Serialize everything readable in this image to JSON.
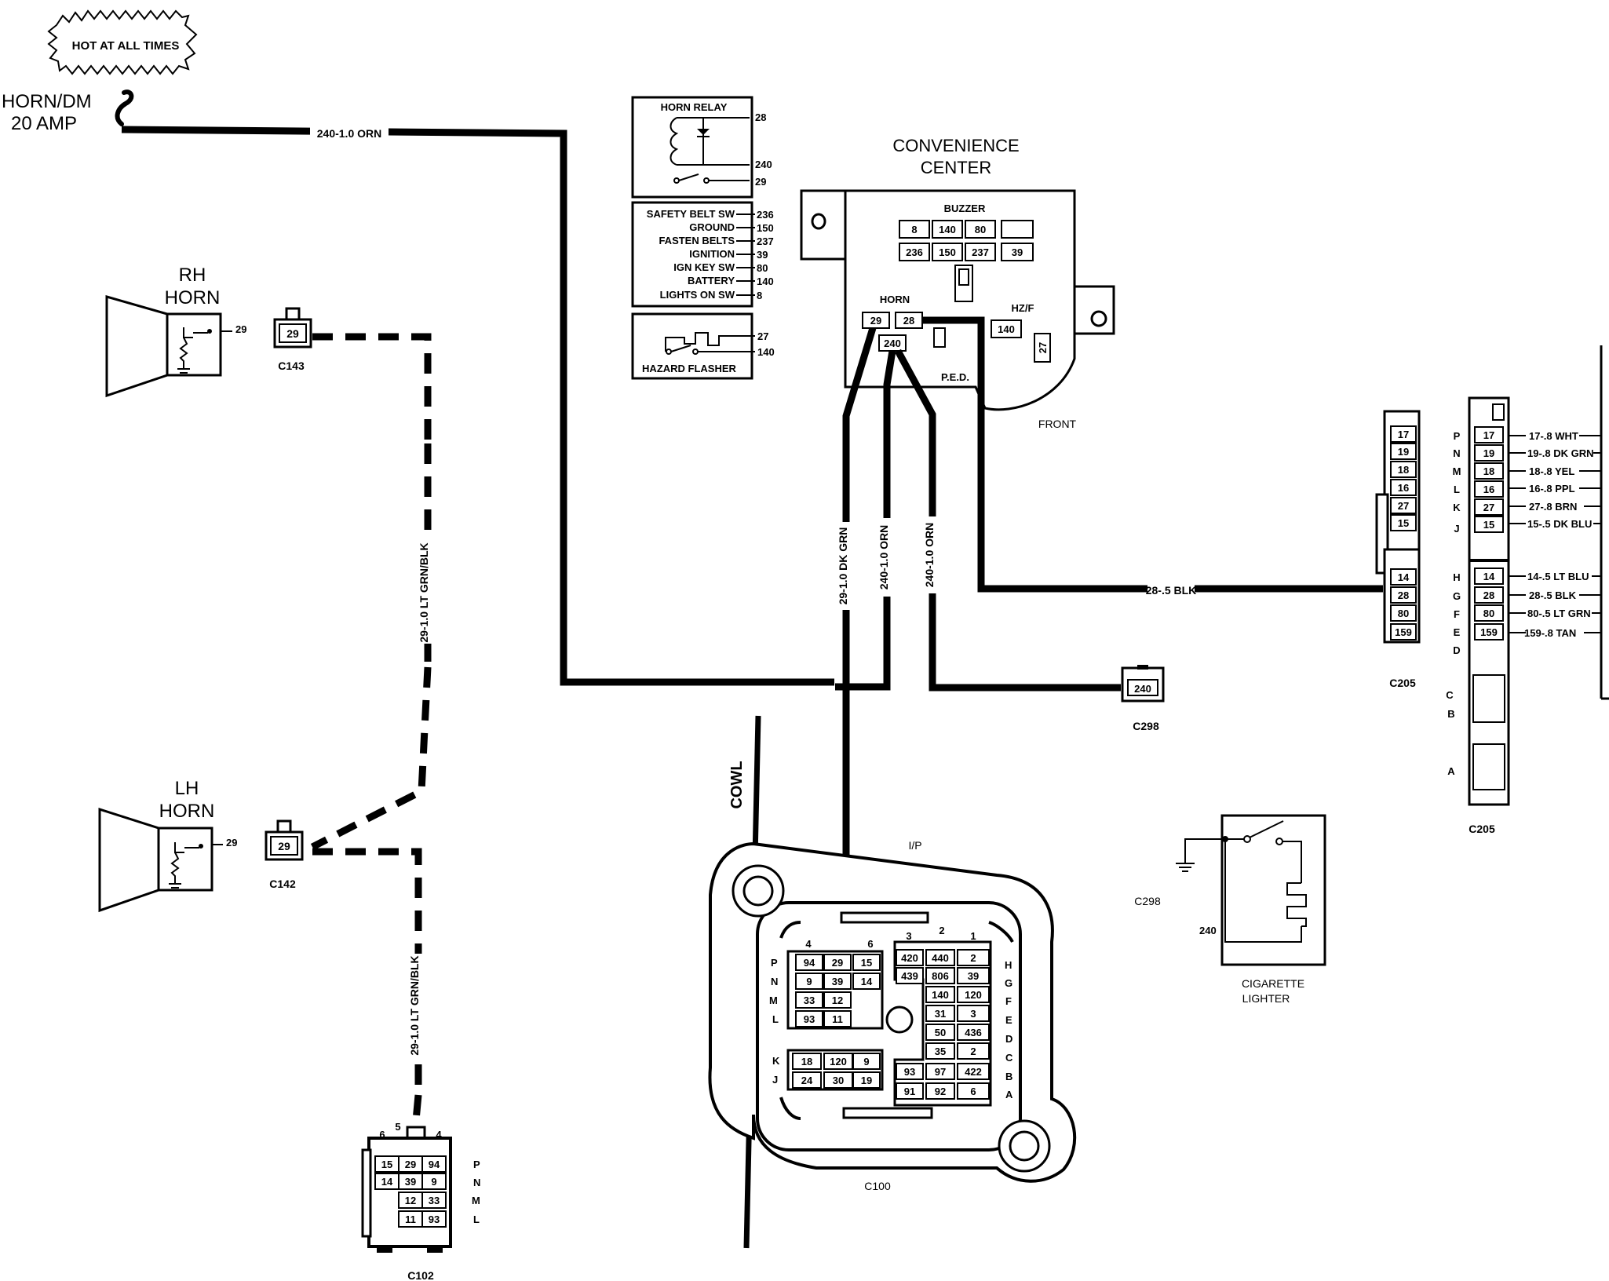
{
  "fuse": {
    "hot_label": "HOT AT ALL TIMES",
    "name": "HORN/DM",
    "rating": "20 AMP"
  },
  "wires": {
    "orn_main": "240-1.0 ORN",
    "ltgrn_upper": "29-1.0 LT GRN/BLK",
    "ltgrn_lower": "29-1.0 LT GRN/BLK",
    "dkgrn": "29-1.0 DK GRN",
    "orn_mid": "240-1.0 ORN",
    "orn_right": "240-1.0 ORN",
    "blk": "28-.5 BLK"
  },
  "rh_horn": {
    "line1": "RH",
    "line2": "HORN",
    "pin": "29",
    "connector": "C143",
    "cavity": "29"
  },
  "lh_horn": {
    "line1": "LH",
    "line2": "HORN",
    "pin": "29",
    "connector": "C142",
    "cavity": "29"
  },
  "horn_relay": {
    "title": "HORN RELAY",
    "pins": [
      "28",
      "240",
      "29"
    ]
  },
  "buzzer_legend": [
    {
      "name": "SAFETY BELT SW",
      "pin": "236"
    },
    {
      "name": "GROUND",
      "pin": "150"
    },
    {
      "name": "FASTEN BELTS",
      "pin": "237"
    },
    {
      "name": "IGNITION",
      "pin": "39"
    },
    {
      "name": "IGN KEY SW",
      "pin": "80"
    },
    {
      "name": "BATTERY",
      "pin": "140"
    },
    {
      "name": "LIGHTS ON SW",
      "pin": "8"
    }
  ],
  "hazard": {
    "title": "HAZARD FLASHER",
    "pins": [
      "27",
      "140"
    ]
  },
  "conv_center": {
    "title1": "CONVENIENCE",
    "title2": "CENTER",
    "buzzer": "BUZZER",
    "buzzer_row1": [
      "8",
      "140",
      "80",
      ""
    ],
    "buzzer_row2": [
      "236",
      "150",
      "237",
      "39"
    ],
    "horn": "HORN",
    "horn_cells": [
      "29",
      "28",
      "240"
    ],
    "hzf": "HZ/F",
    "hzf_cell": "140",
    "side_cell": "27",
    "ped": "P.E.D.",
    "front": "FRONT"
  },
  "c298": {
    "cell": "240",
    "label": "C298",
    "label2": "C298"
  },
  "cowl": "COWL",
  "ip": "I/P",
  "c100": {
    "label": "C100",
    "left_top_nums": [
      "4",
      "6"
    ],
    "right_top_nums": [
      "3",
      "2",
      "1"
    ],
    "left_rows": [
      "P",
      "N",
      "M",
      "L"
    ],
    "left_rows2": [
      "K",
      "J"
    ],
    "right_rows": [
      "H",
      "G",
      "F",
      "E",
      "D",
      "C",
      "B",
      "A"
    ],
    "left_cells": [
      [
        "94",
        "29",
        "15"
      ],
      [
        "9",
        "39",
        "14"
      ],
      [
        "33",
        "12",
        ""
      ],
      [
        "93",
        "11",
        ""
      ]
    ],
    "left_cells2": [
      [
        "18",
        "120",
        "9"
      ],
      [
        "24",
        "30",
        "19"
      ]
    ],
    "right_cells": [
      [
        "420",
        "440",
        "2"
      ],
      [
        "439",
        "806",
        "39"
      ],
      [
        "",
        "140",
        "120"
      ],
      [
        "",
        "31",
        "3"
      ],
      [
        "",
        "50",
        "436"
      ],
      [
        "",
        "35",
        "2"
      ],
      [
        "93",
        "97",
        "422"
      ],
      [
        "91",
        "92",
        "6"
      ]
    ]
  },
  "c102": {
    "label": "C102",
    "top_nums": [
      "6",
      "5",
      "4"
    ],
    "rows": [
      "P",
      "N",
      "M",
      "L"
    ],
    "cells": [
      [
        "15",
        "29",
        "94"
      ],
      [
        "14",
        "39",
        "9"
      ],
      [
        "",
        "12",
        "33"
      ],
      [
        "",
        "11",
        "93"
      ]
    ]
  },
  "c205a": {
    "label": "C205",
    "cells_top": [
      "17",
      "19",
      "18",
      "16",
      "27",
      "15"
    ],
    "cells_bot": [
      "14",
      "28",
      "80",
      "159"
    ]
  },
  "c205b": {
    "label": "C205",
    "rows_top": [
      "P",
      "N",
      "M",
      "L",
      "K",
      "J"
    ],
    "cells_top": [
      "17",
      "19",
      "18",
      "16",
      "27",
      "15"
    ],
    "rows_bot": [
      "H",
      "G",
      "F",
      "E",
      "D"
    ],
    "cells_bot": [
      "14",
      "28",
      "80",
      "159"
    ],
    "rows_extra": [
      "C",
      "B",
      "A"
    ],
    "wires": [
      "17-.8 WHT",
      "19-.8 DK GRN",
      "18-.8 YEL",
      "16-.8 PPL",
      "27-.8 BRN",
      "15-.5 DK BLU",
      "14-.5 LT BLU",
      "28-.5 BLK",
      "80-.5 LT GRN",
      "159-.8 TAN"
    ]
  },
  "lighter": {
    "pin": "240",
    "line1": "CIGARETTE",
    "line2": "LIGHTER"
  }
}
